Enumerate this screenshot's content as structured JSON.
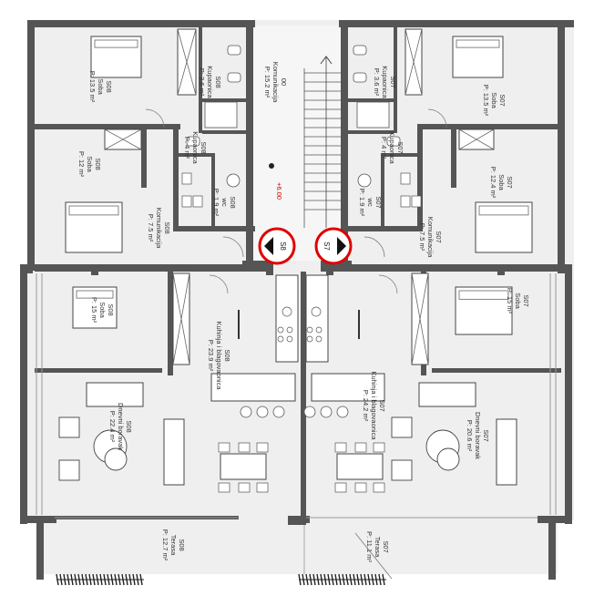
{
  "colors": {
    "wall": "#555555",
    "floor": "#efefef",
    "marker": "#e00000",
    "elev": "#d00000"
  },
  "rooms": [
    {
      "id": "s08-soba-top",
      "lines": [
        "S08",
        "Soba",
        "P: 13.5 m²"
      ],
      "rot": 90
    },
    {
      "id": "s08-kup-top",
      "lines": [
        "S08",
        "Kupaonica",
        "P: 3.6 m²"
      ],
      "rot": 90
    },
    {
      "id": "s00-kom",
      "lines": [
        "00",
        "Komunikacija",
        "P: 15.2 m²"
      ],
      "rot": 90
    },
    {
      "id": "s07-kup-top",
      "lines": [
        "S07",
        "Kupaonica",
        "P: 3.6 m²"
      ],
      "rot": 90
    },
    {
      "id": "s07-soba-top",
      "lines": [
        "S07",
        "Soba",
        "P: 13.5 m²"
      ],
      "rot": 90
    },
    {
      "id": "s08-soba-mid",
      "lines": [
        "S08",
        "Soba",
        "P: 12 m²"
      ],
      "rot": 90
    },
    {
      "id": "s08-kup-mid",
      "lines": [
        "S08",
        "Kupaonica",
        "P: 4 m²"
      ],
      "rot": 90
    },
    {
      "id": "s08-wc",
      "lines": [
        "S08",
        "wc",
        "P: 1.9 m²"
      ],
      "rot": 90
    },
    {
      "id": "s08-kom",
      "lines": [
        "S08",
        "Komunikacija",
        "P: 7.5 m²"
      ],
      "rot": 90
    },
    {
      "id": "s07-kup-mid",
      "lines": [
        "S07",
        "Kupaonica",
        "P: 4 m²"
      ],
      "rot": 90
    },
    {
      "id": "s07-wc",
      "lines": [
        "S07",
        "wc",
        "P: 1.9 m²"
      ],
      "rot": 90
    },
    {
      "id": "s07-kom",
      "lines": [
        "S07",
        "Komunikacija",
        "P: 7.5 m²"
      ],
      "rot": 90
    },
    {
      "id": "s07-soba-mid",
      "lines": [
        "S07",
        "Soba",
        "P: 12.4 m²"
      ],
      "rot": 90
    },
    {
      "id": "s08-soba-low",
      "lines": [
        "S08",
        "Soba",
        "P: 15 m²"
      ],
      "rot": 90
    },
    {
      "id": "s08-kuhinja",
      "lines": [
        "S08",
        "Kuhinja i blagovaonica",
        "P: 23.9 m²"
      ],
      "rot": 90
    },
    {
      "id": "s07-kuhinja",
      "lines": [
        "S07",
        "Kuhinja i blagovaonica",
        "P: 24.2 m²"
      ],
      "rot": 90
    },
    {
      "id": "s07-soba-low",
      "lines": [
        "S07",
        "Soba",
        "P: 15 m²"
      ],
      "rot": 90
    },
    {
      "id": "s08-dnevni",
      "lines": [
        "S08",
        "Dnevni boravak",
        "P: 22.4 m²"
      ],
      "rot": 90
    },
    {
      "id": "s07-dnevni",
      "lines": [
        "S07",
        "Dnevni boravak",
        "P: 20.6 m²"
      ],
      "rot": 90
    },
    {
      "id": "s08-terasa",
      "lines": [
        "S08",
        "Terasa",
        "P: 12.7 m²"
      ],
      "rot": 90
    },
    {
      "id": "s07-terasa",
      "lines": [
        "S07",
        "Terasa",
        "P: 11.1 m²"
      ],
      "rot": 90
    }
  ],
  "markers": [
    {
      "id": "marker-s8",
      "label": "S8",
      "dir": "left"
    },
    {
      "id": "marker-s7",
      "label": "S7",
      "dir": "right"
    }
  ],
  "elevation": "+6.00"
}
